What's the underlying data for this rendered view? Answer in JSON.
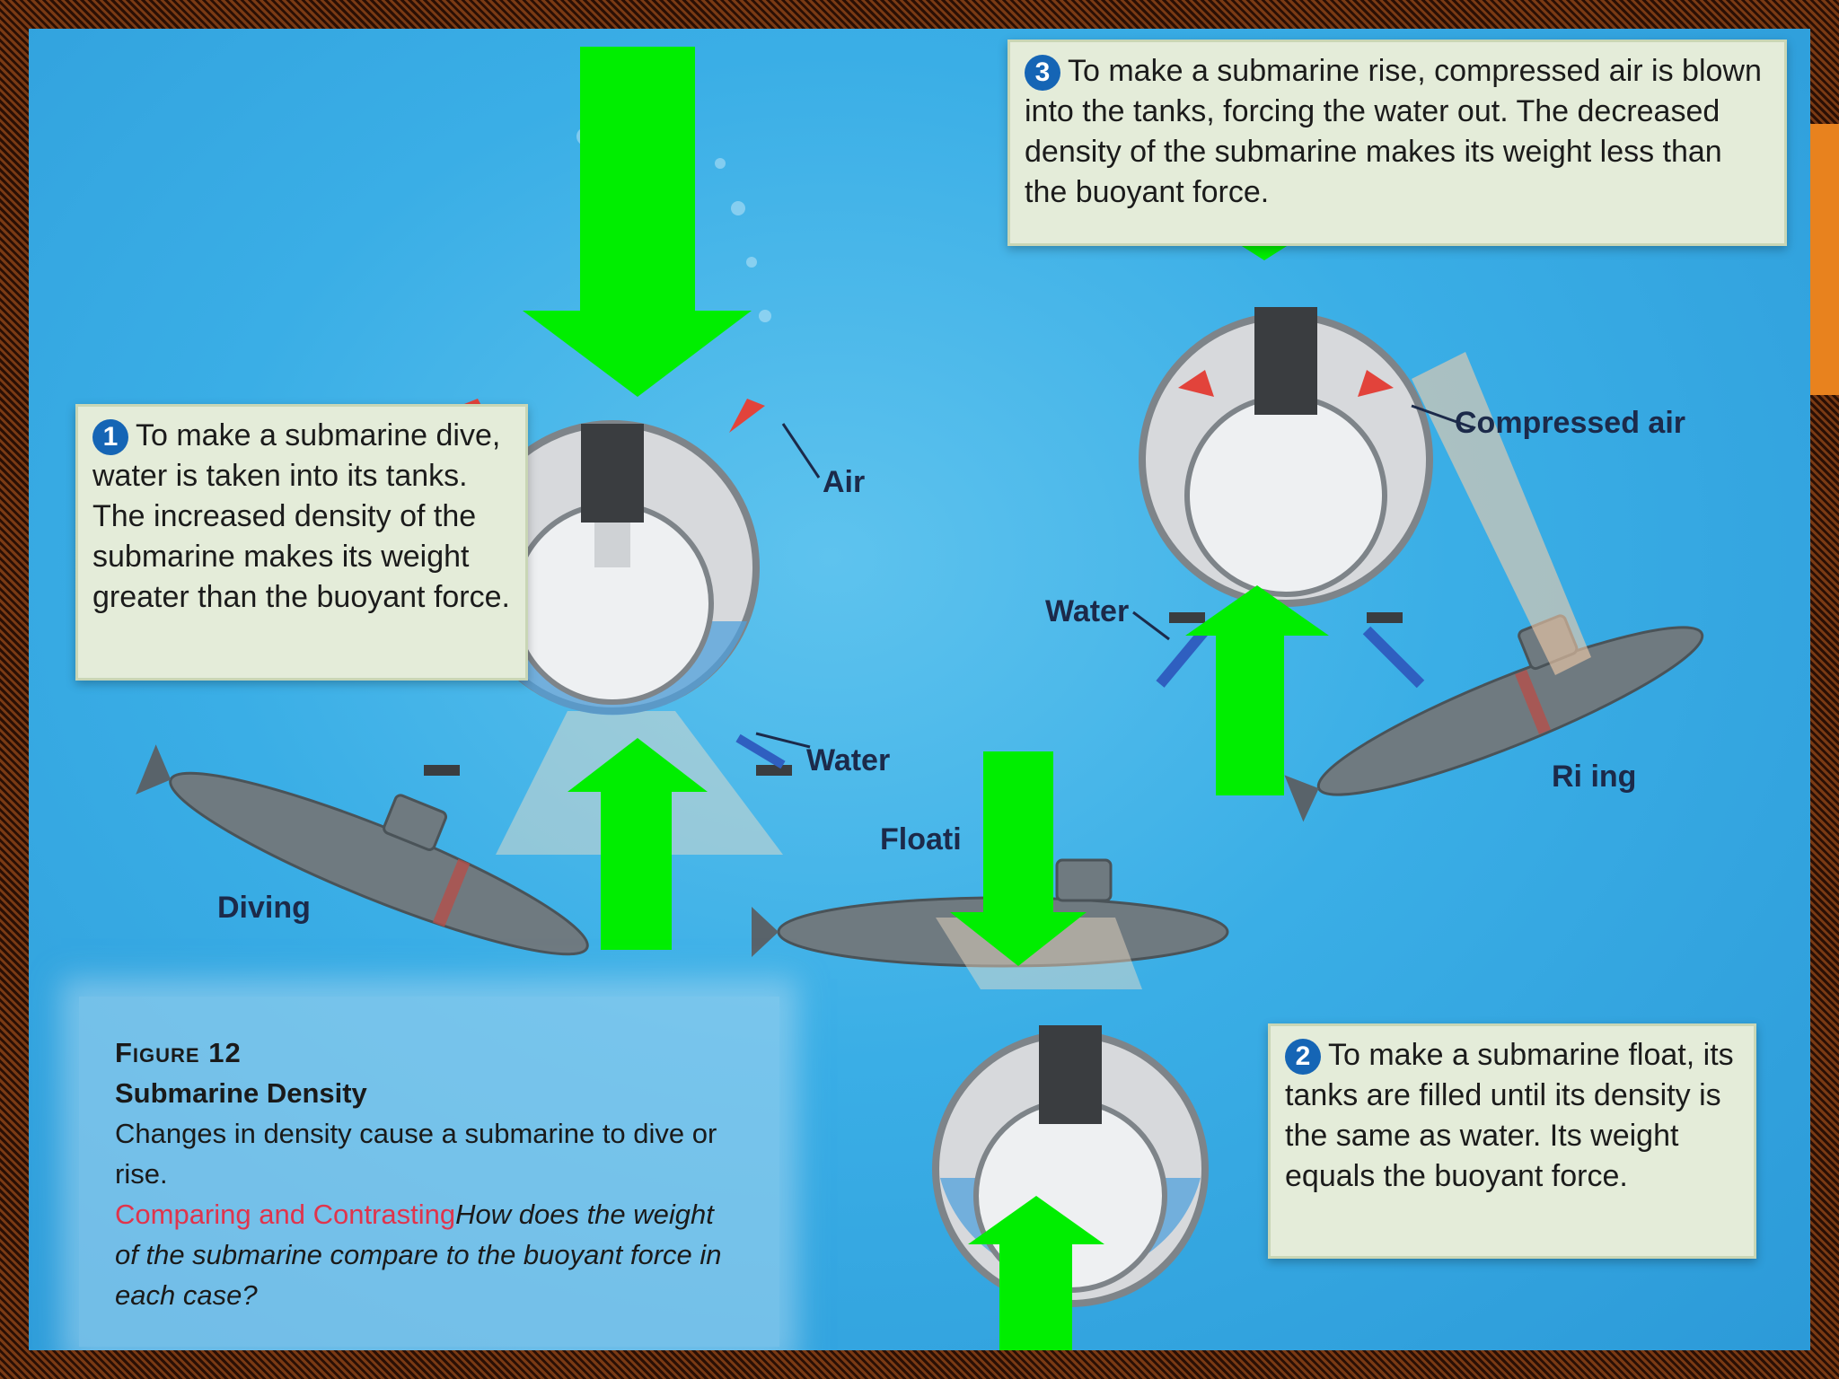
{
  "callouts": {
    "dive": {
      "number": "1",
      "text": "To make a submarine dive, water is taken into its tanks. The increased density of the submarine makes its weight greater than the buoyant force."
    },
    "float": {
      "number": "2",
      "text": "To make a submarine float, its tanks are filled until its density is the same as water. Its weight equals the buoyant force."
    },
    "rise": {
      "number": "3",
      "text": "To make a submarine rise, compressed air is blown into the tanks, forcing the water out. The decreased density of the submarine makes its weight less than the buoyant force."
    }
  },
  "labels": {
    "air": "Air",
    "water_dive": "Water",
    "water_rise": "Water",
    "compressed_air": "Compressed air",
    "diving": "Diving",
    "floating": "Floati",
    "rising": "Ri  ing"
  },
  "caption": {
    "figure": "Figure 12",
    "title": "Submarine Density",
    "description": "Changes in density cause a submarine to dive or rise.",
    "skill": "Comparing and Contrasting",
    "question": "How does the weight of the submarine compare to the buoyant force in each case?"
  },
  "colors": {
    "background_water": "#3aaee6",
    "overlay_arrow": "#00ee00",
    "callout_box": "#e4ecd9",
    "badge": "#1565b5",
    "skill_text": "#e0344c",
    "border_pattern": "#7a3a14",
    "accent_tab": "#e8821e"
  }
}
